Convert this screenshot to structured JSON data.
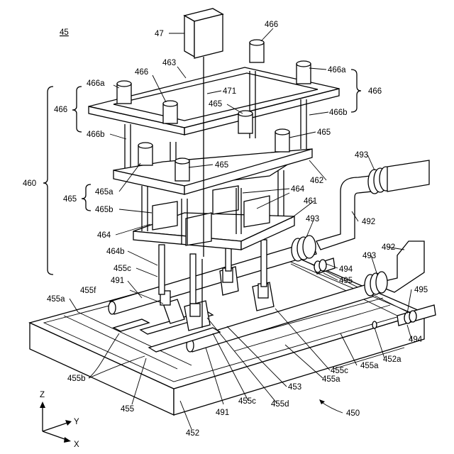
{
  "figure_ref": "45",
  "labels": {
    "l47": "47",
    "l466_top": "466",
    "l463": "463",
    "l466a_tl": "466a",
    "l466_mid": "466",
    "l466a_tr": "466a",
    "l466_right": "466",
    "l466_left": "466",
    "l471": "471",
    "l465_1": "465",
    "l466b_r": "466b",
    "l466b_l": "466b",
    "l465_2": "465",
    "l465_3": "465",
    "l460": "460",
    "l493_1": "493",
    "l462": "462",
    "l465a": "465a",
    "l464_r": "464",
    "l465_left": "465",
    "l465b": "465b",
    "l461": "461",
    "l492_1": "492",
    "l493_2": "493",
    "l464_l": "464",
    "l492_2": "492",
    "l464b": "464b",
    "l493_3": "493",
    "l455c_1": "455c",
    "l494_1": "494",
    "l491_1": "491",
    "l495_1": "495",
    "l455f": "455f",
    "l455a_1": "455a",
    "l495_2": "495",
    "l494_2": "494",
    "l452a": "452a",
    "l455c_2": "455c",
    "l455a_2": "455a",
    "l455a_3": "455a",
    "l455b": "455b",
    "l453": "453",
    "l455c_3": "455c",
    "l455d": "455d",
    "l455": "455",
    "l491_2": "491",
    "l450": "450",
    "l452": "452",
    "axis_z": "Z",
    "axis_y": "Y",
    "axis_x": "X"
  }
}
